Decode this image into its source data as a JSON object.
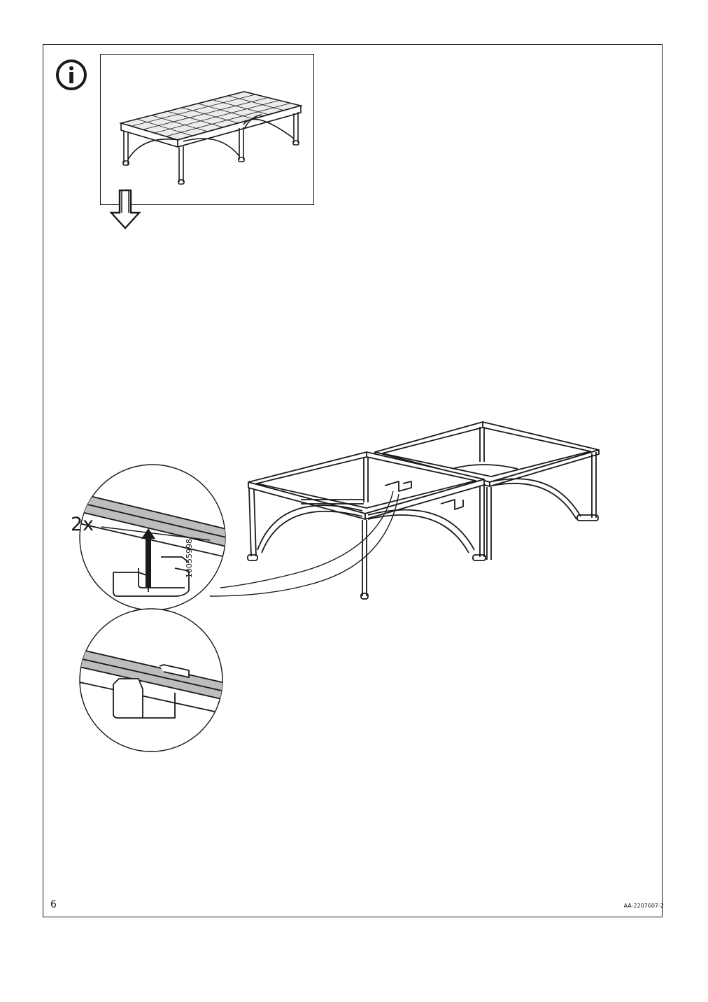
{
  "callout": {
    "quantity": "2x",
    "part_number": "10055998"
  },
  "footer": {
    "page_number": "6",
    "document_code": "AA-2207607-2"
  },
  "icons": {
    "info": "info-icon",
    "step_arrow": "down-arrow-icon",
    "lift_arrow": "up-arrow-icon"
  }
}
